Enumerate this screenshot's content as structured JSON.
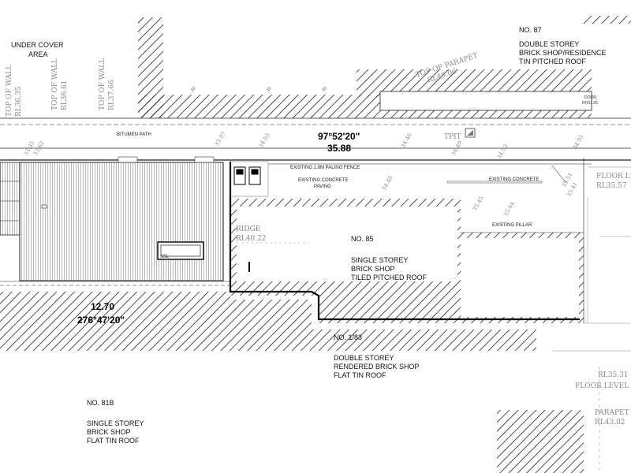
{
  "properties": {
    "no87": {
      "number": "NO. 87",
      "line1": "DOUBLE STOREY",
      "line2": "BRICK SHOP/RESIDENCE",
      "line3": "TIN PITCHED ROOF"
    },
    "no85": {
      "number": "NO. 85",
      "line1": "SINGLE STOREY",
      "line2": "BRICK SHOP",
      "line3": "TILED PITCHED ROOF"
    },
    "no183": {
      "number": "NO. 1/83",
      "line1": "DOUBLE STOREY",
      "line2": "RENDERED BRICK SHOP",
      "line3": "FLAT TIN ROOF"
    },
    "no81b": {
      "number": "NO. 81B",
      "line1": "SINGLE STOREY",
      "line2": "BRICK SHOP",
      "line3": "FLAT TIN ROOF"
    }
  },
  "under_cover": {
    "line1": "UNDER COVER",
    "line2": "AREA"
  },
  "labels": {
    "bitumen_path": "BITUMEN PATH",
    "fence": "EXISTING 1.8M PALING FENCE",
    "concrete_paving_1": "EXISTING CONCRETE",
    "concrete_paving_2": "PAVING",
    "existing_concrete": "EXISTING CONCRETE",
    "existing_pillar": "EXISTING PILLAR",
    "tpit": "TPIT",
    "ssl": "SSL",
    "door": "DOOR",
    "ridge": "RIDGE",
    "floor_level_top": "FLOOR LE",
    "floor_level_right": "FLOOR LEVEL",
    "parapet": "PARAPET",
    "top_parapet": "TOP OF PARAPET",
    "level_tag": "10"
  },
  "bearings": {
    "top_bearing": "97°52'20\"",
    "top_distance": "35.88",
    "bottom_distance": "12.70",
    "bottom_bearing": "276°47'20\""
  },
  "levels": {
    "wall1_title": "TOP OF WALL",
    "wall1_rl": "RL36.35",
    "wall2_title": "TOP OF WALL",
    "wall2_rl": "RL36.61",
    "wall3_title": "TOP OF WALL",
    "wall3_rl": "RL37.66",
    "parapet_top_rl": "RL40.06",
    "door_rl": "RH37.26",
    "ridge_rl": "RL40.22",
    "floor_top_rl": "RL35.57",
    "floor_right_rl": "RL35.31",
    "parapet_rl": "RL43.02"
  },
  "spot_levels": [
    "33.35",
    "33.62",
    "33.97",
    "34.03",
    "34.46",
    "34.40",
    "34.49",
    "34.93",
    "34.95",
    "35.45",
    "35.44",
    "35.51",
    "35.41"
  ]
}
